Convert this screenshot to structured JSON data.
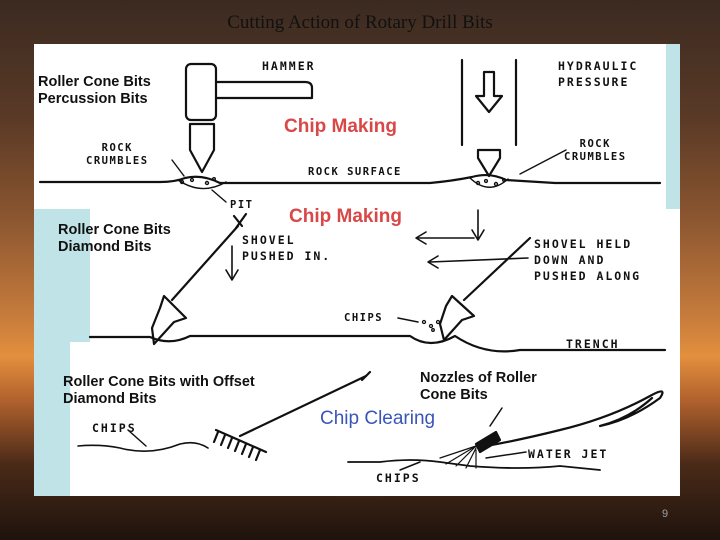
{
  "title": "Cutting Action of Rotary Drill Bits",
  "slide_number": "9",
  "panel1": {
    "bit_types": [
      "Roller Cone Bits",
      "Percussion Bits"
    ],
    "heading": "Chip Making",
    "hammer": "HAMMER",
    "hydraulic": [
      "HYDRAULIC",
      "PRESSURE"
    ],
    "rock_crumbles_left": [
      "ROCK",
      "CRUMBLES"
    ],
    "rock_crumbles_right": [
      "ROCK",
      "CRUMBLES"
    ],
    "rock_surface": "ROCK SURFACE",
    "pit": "PIT"
  },
  "panel2": {
    "bit_types": [
      "Roller Cone Bits",
      "Diamond Bits"
    ],
    "heading": "Chip Making",
    "shovel_pushed": [
      "SHOVEL",
      "PUSHED IN."
    ],
    "shovel_held": [
      "SHOVEL HELD",
      "DOWN AND",
      "PUSHED ALONG"
    ],
    "chips": "CHIPS",
    "trench": "TRENCH"
  },
  "panel3": {
    "bit_types": [
      "Roller Cone Bits with Offset",
      "Diamond Bits"
    ],
    "nozzles": [
      "Nozzles of Roller",
      "Cone Bits"
    ],
    "heading": "Chip Clearing",
    "chips_left": "CHIPS",
    "water_jet": "WATER JET",
    "chips_bottom": "CHIPS"
  },
  "colors": {
    "heading_red": "#d94848",
    "heading_blue": "#3a55b8",
    "panel_bg": "#ffffff",
    "accent_panel": "#bfe3e6"
  }
}
